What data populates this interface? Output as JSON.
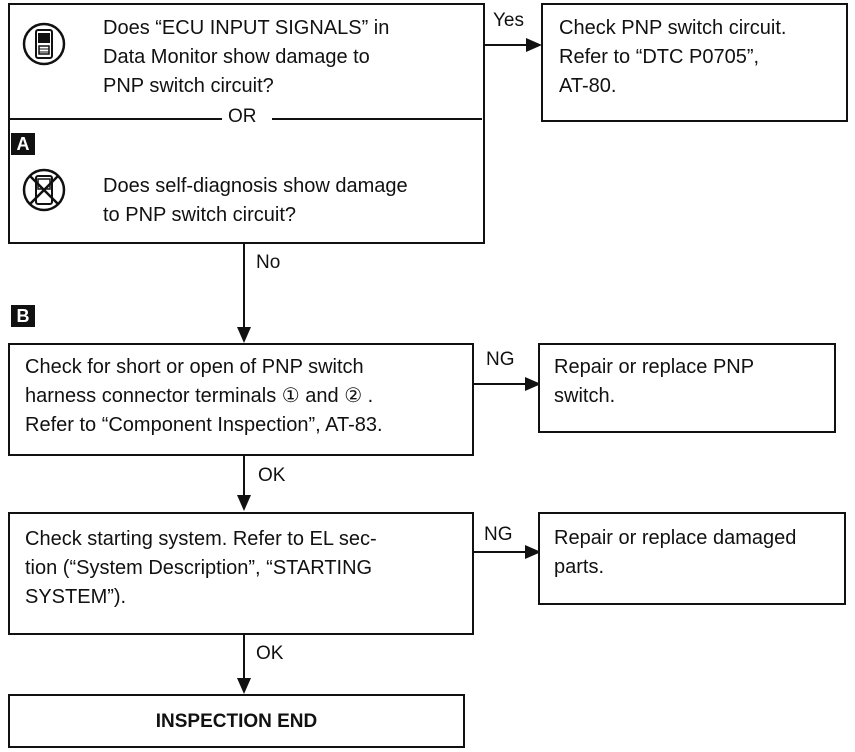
{
  "step1": {
    "q1_lines": [
      "Does “ECU INPUT SIGNALS” in",
      "Data Monitor show damage to",
      "PNP switch circuit?"
    ],
    "or_label": "OR",
    "marker_a": "A",
    "q2_lines": [
      "Does self-diagnosis show damage",
      "to PNP switch circuit?"
    ]
  },
  "step1_yes": {
    "branch_label": "Yes",
    "lines": [
      "Check PNP switch circuit.",
      "Refer to “DTC P0705”,",
      "AT-80."
    ]
  },
  "step1_no_label": "No",
  "marker_b": "B",
  "step2": {
    "lines": [
      "Check for short or open of PNP switch",
      "harness connector terminals ① and ② .",
      "Refer to “Component Inspection”, AT-83."
    ]
  },
  "step2_ng": {
    "branch_label": "NG",
    "lines": [
      "Repair or replace PNP",
      "switch."
    ]
  },
  "step2_ok_label": "OK",
  "step3": {
    "lines": [
      "Check starting system. Refer to EL sec-",
      "tion (“System Description”, “STARTING",
      "SYSTEM”)."
    ]
  },
  "step3_ng": {
    "branch_label": "NG",
    "lines": [
      "Repair or replace damaged",
      "parts."
    ]
  },
  "step3_ok_label": "OK",
  "end_label": "INSPECTION END",
  "icons": [
    "consult-tester-icon",
    "no-tester-icon"
  ]
}
